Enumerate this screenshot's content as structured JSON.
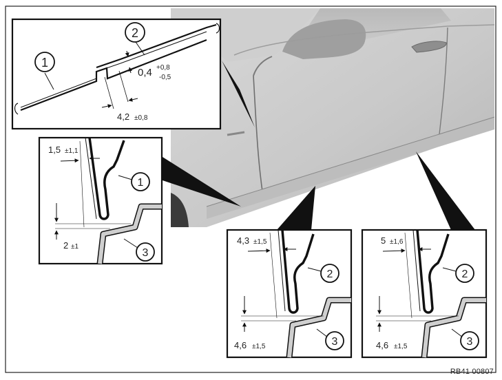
{
  "figure_code": "RB41 00807",
  "top_detail": {
    "callouts": [
      "1",
      "2"
    ],
    "gap_value": "0,4",
    "gap_tol_plus": "+0,8",
    "gap_tol_minus": "-0,5",
    "overlap_value": "4,2",
    "overlap_tol": "±0,8"
  },
  "section_left": {
    "top_value": "1,5",
    "top_tol": "±1,1",
    "bottom_value": "2",
    "bottom_tol": "±1",
    "callouts": [
      "1",
      "3"
    ]
  },
  "section_mid": {
    "top_value": "4,3",
    "top_tol": "±1,5",
    "bottom_value": "4,6",
    "bottom_tol": "±1,5",
    "callouts": [
      "2",
      "3"
    ]
  },
  "section_right": {
    "top_value": "5",
    "top_tol": "±1,6",
    "bottom_value": "4,6",
    "bottom_tol": "±1,5",
    "callouts": [
      "2",
      "3"
    ]
  }
}
